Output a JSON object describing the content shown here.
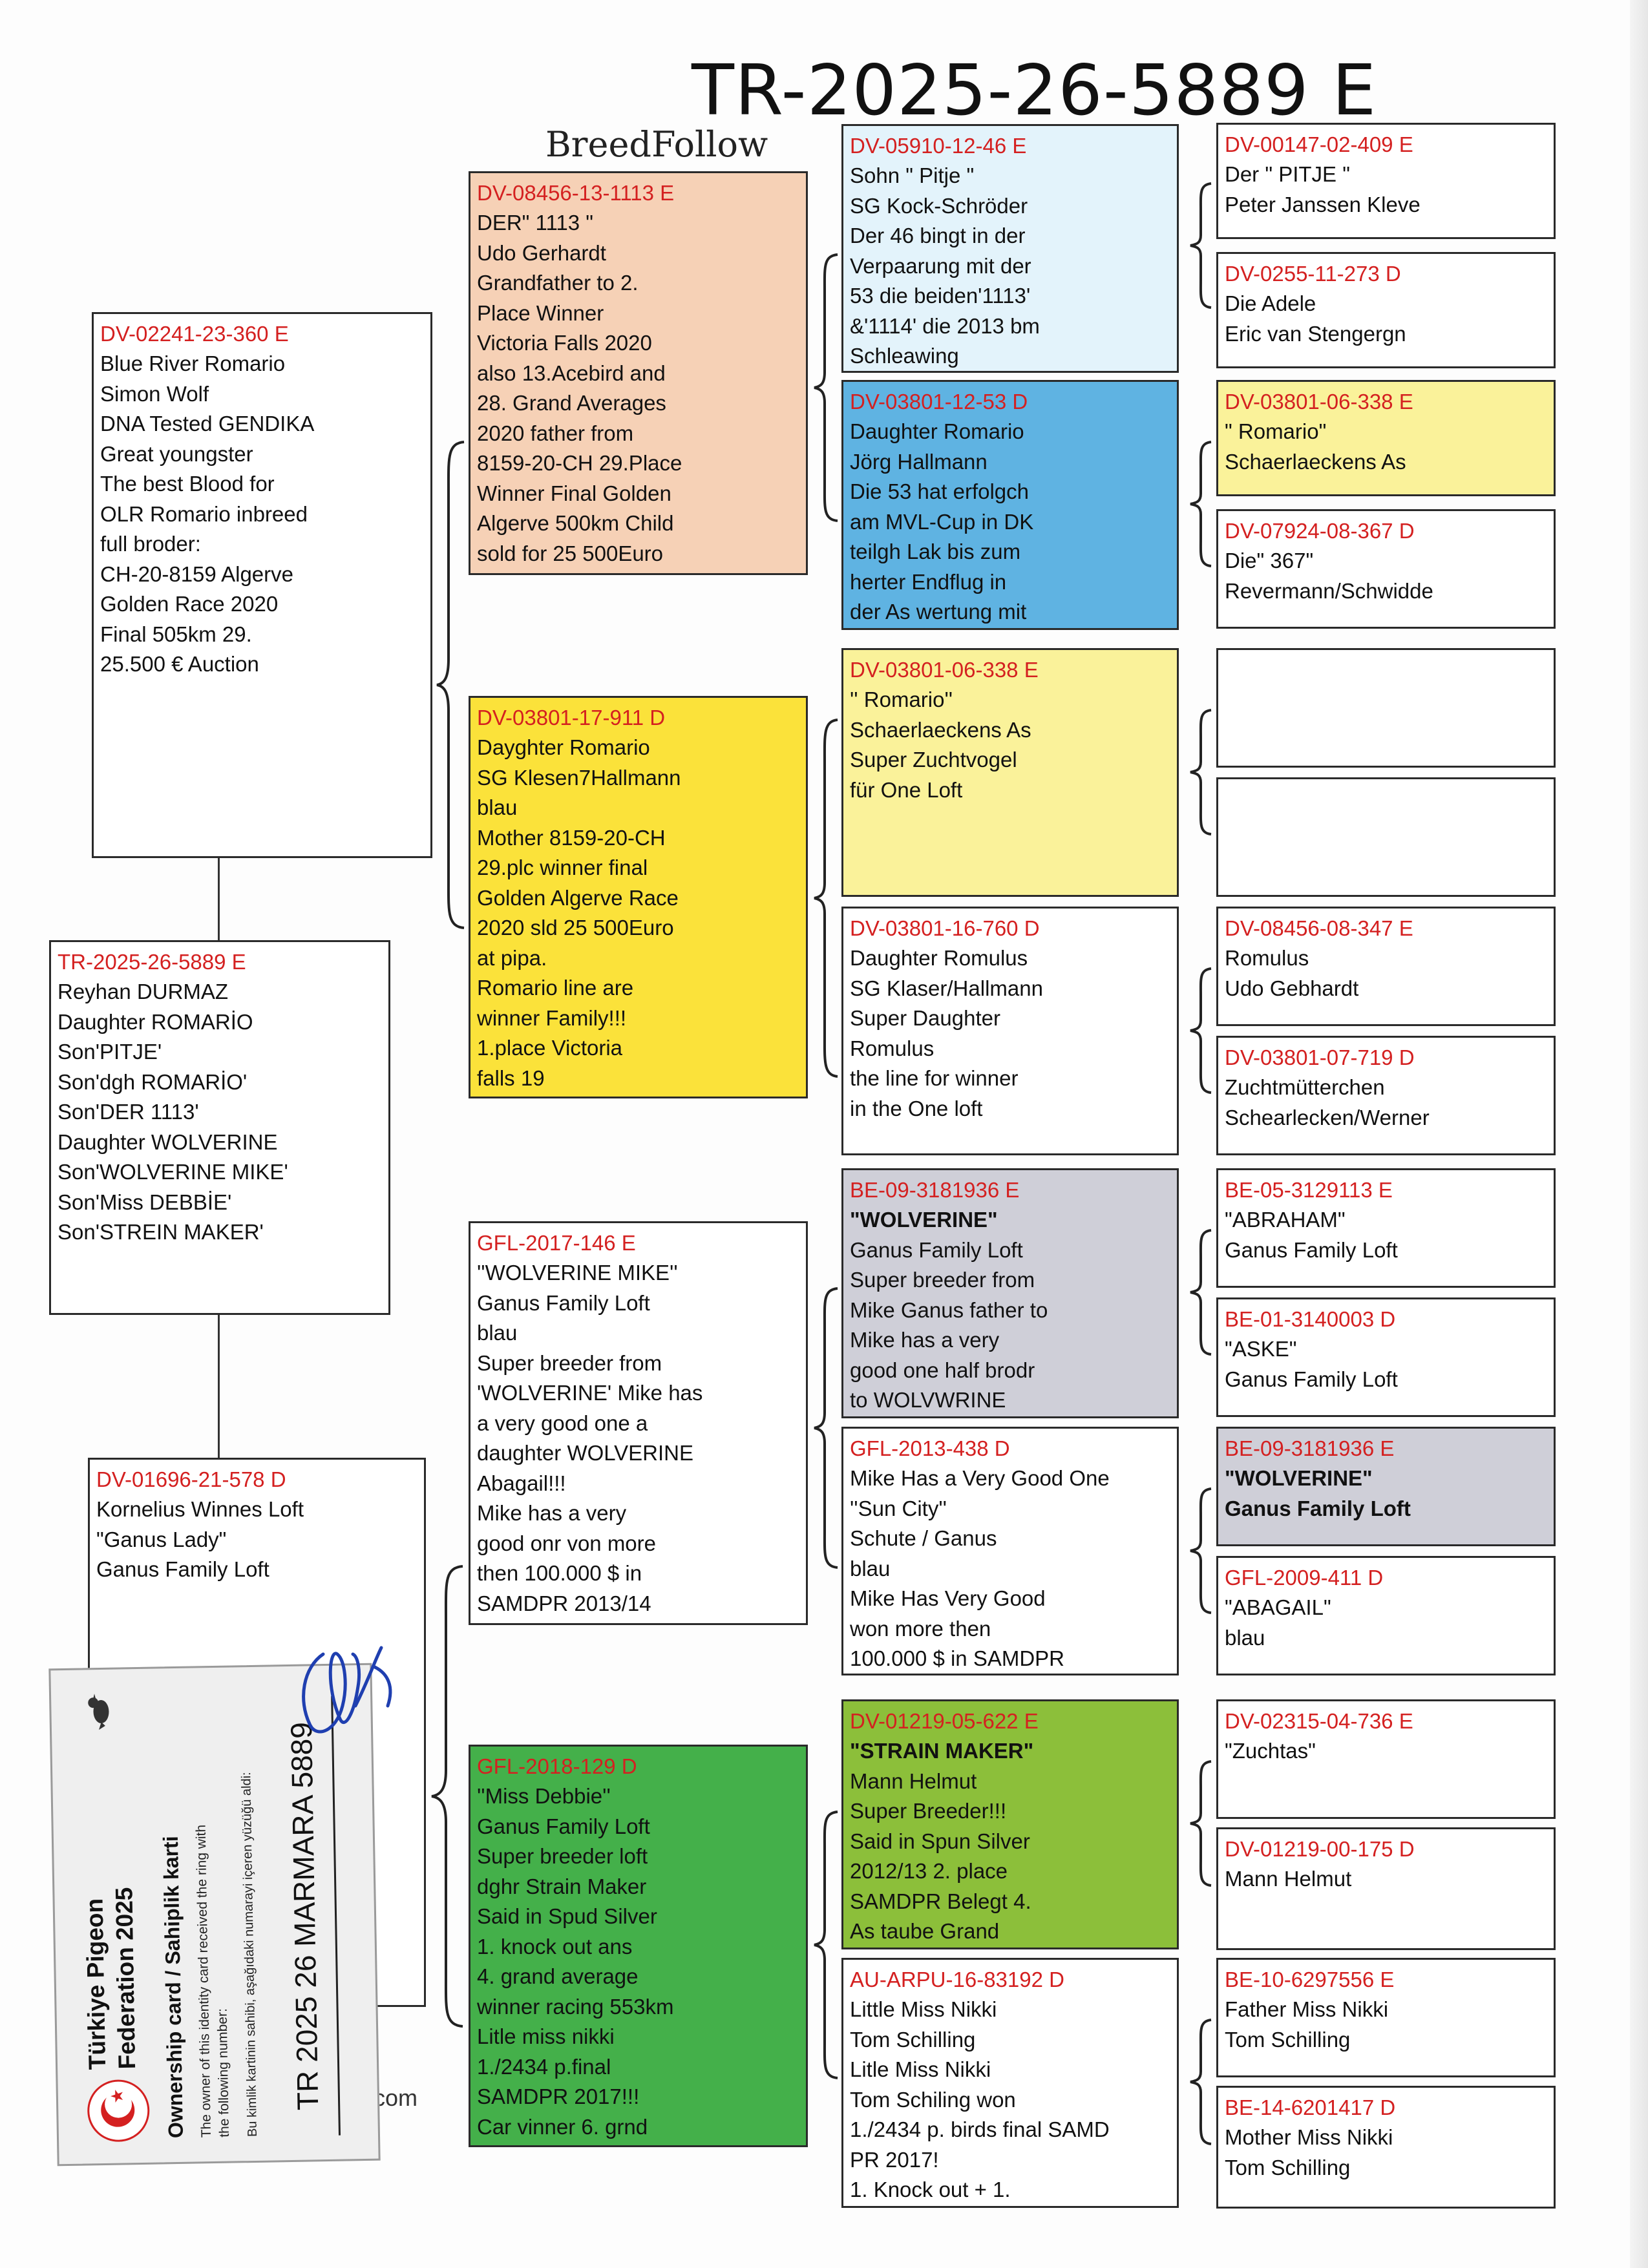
{
  "header": {
    "title": "TR-2025-26-5889 E",
    "brand": "BreedFollow"
  },
  "subject": {
    "ring": "TR-2025-26-5889 E",
    "lines": [
      "Reyhan DURMAZ",
      "Daughter ROMARİO",
      "Son'PITJE'",
      "Son'dgh ROMARİO'",
      "Son'DER 1113'",
      "Daughter WOLVERINE",
      "Son'WOLVERINE MIKE'",
      "Son'Miss DEBBİE'",
      "Son'STREIN MAKER'"
    ]
  },
  "sire": {
    "ring": "DV-02241-23-360 E",
    "lines": [
      "Blue River Romario",
      "Simon Wolf",
      "DNA Tested GENDIKA",
      "Great youngster",
      "The best Blood for",
      "OLR Romario inbreed",
      "full broder:",
      "CH-20-8159 Algerve",
      "Golden Race 2020",
      "Final 505km  29.",
      "25.500 € Auction"
    ]
  },
  "dam": {
    "ring": "DV-01696-21-578 D",
    "lines": [
      "Kornelius Winnes Loft",
      "\"Ganus Lady\"",
      "Ganus Family Loft"
    ]
  },
  "gen2": [
    {
      "ring": "DV-08456-13-1113 E",
      "lines": [
        "DER\" 1113 \"",
        "Udo Gerhardt",
        "Grandfather to 2.",
        "Place Winner",
        "Victoria Falls 2020",
        "also 13.Acebird and",
        "28. Grand Averages",
        "2020 father from",
        "8159-20-CH 29.Place",
        "Winner Final Golden",
        "Algerve 500km Child",
        "sold for 25 500Euro"
      ]
    },
    {
      "ring": "DV-03801-17-911 D",
      "lines": [
        "Dayghter Romario",
        "SG Klesen7Hallmann",
        "blau",
        "Mother 8159-20-CH",
        "29.plc winner final",
        "Golden Algerve Race",
        "2020 sld 25 500Euro",
        "at pipa.",
        "Romario line are",
        "winner Family!!!",
        "1.place Victoria",
        "falls 19"
      ]
    },
    {
      "ring": "GFL-2017-146 E",
      "lines": [
        "''WOLVERINE MIKE''",
        "Ganus Family Loft",
        "blau",
        "Super breeder from",
        "'WOLVERINE' Mike has",
        "a very good one a",
        "daughter WOLVERINE",
        "Abagail!!!",
        "Mike has a very",
        "good onr von more",
        "then 100.000 $ in",
        "SAMDPR 2013/14"
      ]
    },
    {
      "ring": "GFL-2018-129 D",
      "lines": [
        "''Miss Debbie''",
        "Ganus Family Loft",
        "Super breeder loft",
        "dghr Strain Maker",
        "Said in Spud Silver",
        "1. knock out ans",
        "4. grand average",
        "winner racing 553km",
        "Litle miss nikki",
        "1./2434 p.final",
        "SAMDPR 2017!!!",
        "Car vinner 6. grnd"
      ]
    }
  ],
  "gen3": [
    {
      "ring": "DV-05910-12-46 E",
      "lines": [
        "Sohn \" Pitje \"",
        "SG Kock-Schröder",
        "Der 46 bingt in der",
        "Verpaarung mit der",
        "53 die beiden'1113'",
        "&'1114' die 2013 bm",
        "Schleawing"
      ]
    },
    {
      "ring": "DV-03801-12-53 D",
      "lines": [
        "Daughter Romario",
        "Jörg Hallmann",
        "Die 53 hat erfolgch",
        "am MVL-Cup in DK",
        "teilgh Lak bis zum",
        "herter Endflug in",
        "der As wertung mit"
      ]
    },
    {
      "ring": "DV-03801-06-338 E",
      "lines": [
        "'' Romario''",
        "Schaerlaeckens As",
        "Super Zuchtvogel",
        "für One Loft"
      ]
    },
    {
      "ring": "DV-03801-16-760 D",
      "lines": [
        "Daughter Romulus",
        "SG Klaser/Hallmann",
        "Super Daughter",
        "Romulus",
        "the line for winner",
        "in the One loft"
      ]
    },
    {
      "ring": "BE-09-3181936 E",
      "lines": [
        "\"WOLVERINE\"",
        "Ganus Family Loft",
        "Super breeder from",
        "Mike Ganus father to",
        "Mike has a very",
        "good one half brodr",
        "to WOLVWRINE"
      ]
    },
    {
      "ring": "GFL-2013-438 D",
      "lines": [
        "Mike Has a Very Good One",
        "''Sun City''",
        "Schute / Ganus",
        "blau",
        "Mike Has Very Good",
        "won more then",
        "100.000 $ in SAMDPR"
      ]
    },
    {
      "ring": "DV-01219-05-622 E",
      "lines": [
        "\"STRAIN MAKER\"",
        "Mann Helmut",
        "Super Breeder!!!",
        "Said in Spun Silver",
        "2012/13 2. place",
        "SAMDPR Belegt 4.",
        "As taube Grand"
      ]
    },
    {
      "ring": "AU-ARPU-16-83192 D",
      "lines": [
        "Little Miss Nikki",
        "Tom Schilling",
        "Litle Miss Nikki",
        "Tom Schiling won",
        "1./2434 p. birds final SAMD",
        "PR 2017!",
        "1. Knock out + 1."
      ]
    }
  ],
  "gen4": [
    {
      "ring": "DV-00147-02-409 E",
      "lines": [
        "Der \" PITJE \"",
        "Peter Janssen Kleve"
      ]
    },
    {
      "ring": "DV-0255-11-273 D",
      "lines": [
        "Die Adele",
        "Eric van Stengergn"
      ]
    },
    {
      "ring": "DV-03801-06-338 E",
      "lines": [
        "\" Romario\"",
        "Schaerlaeckens As"
      ]
    },
    {
      "ring": "DV-07924-08-367 D",
      "lines": [
        "Die\" 367\"",
        "Revermann/Schwidde"
      ]
    },
    {
      "ring": "",
      "lines": []
    },
    {
      "ring": "",
      "lines": []
    },
    {
      "ring": "DV-08456-08-347 E",
      "lines": [
        "Romulus",
        "Udo Gebhardt"
      ]
    },
    {
      "ring": "DV-03801-07-719 D",
      "lines": [
        "Zuchtmütterchen",
        "Schearlecken/Werner"
      ]
    },
    {
      "ring": "BE-05-3129113 E",
      "lines": [
        "\"ABRAHAM\"",
        "Ganus Family Loft"
      ]
    },
    {
      "ring": "BE-01-3140003 D",
      "lines": [
        "\"ASKE\"",
        "Ganus Family Loft"
      ]
    },
    {
      "ring": "BE-09-3181936 E",
      "lines": [
        "\"WOLVERINE\"",
        "Ganus Family Loft"
      ]
    },
    {
      "ring": "GFL-2009-411 D",
      "lines": [
        "\"ABAGAIL\"",
        "blau"
      ]
    },
    {
      "ring": "DV-02315-04-736 E",
      "lines": [
        "\"Zuchtas\""
      ]
    },
    {
      "ring": "DV-01219-00-175 D",
      "lines": [
        "Mann Helmut"
      ]
    },
    {
      "ring": "BE-10-6297556 E",
      "lines": [
        "Father Miss Nikki",
        "Tom Schilling"
      ]
    },
    {
      "ring": "BE-14-6201417 D",
      "lines": [
        "Mother Miss Nikki",
        "Tom Schilling"
      ]
    }
  ],
  "card": {
    "federation_line1": "Türkiye Pigeon",
    "federation_line2": "Federation 2025",
    "ownership_title": "Ownership card / Sahiplik karti",
    "english_line1": "The owner of this identity card received the ring with",
    "english_line2": "the following number:",
    "turkish_line": "Bu kimlik kartinin sahibi, aşağıdaki numarayi içeren yüzüğü aldi:",
    "ring_number": "TR 2025 26 MARMARA 5889"
  },
  "footer_fragment": ".com",
  "colors": {
    "ring_red": "#d42020",
    "peach": "#f6d1b6",
    "yellow": "#fbe23a",
    "light_yellow": "#faf29a",
    "light_blue": "#e3f3fb",
    "blue": "#5fb3e2",
    "gray": "#cfcfd8",
    "lime": "#8cbf3a",
    "green": "#44b04a"
  }
}
